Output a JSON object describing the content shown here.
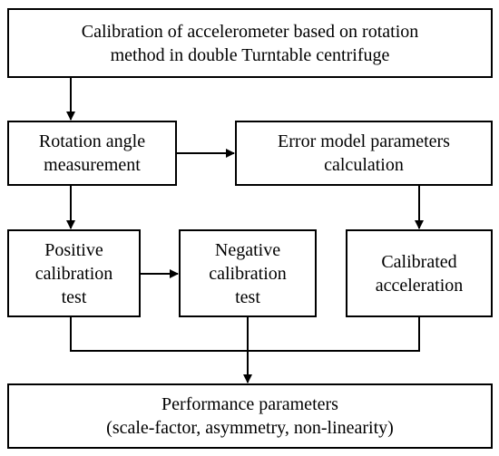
{
  "nodes": {
    "calibration_method": {
      "lines": [
        "Calibration of accelerometer based on rotation",
        "method in double Turntable centrifuge"
      ]
    },
    "rotation_angle": {
      "lines": [
        "Rotation angle",
        "measurement"
      ]
    },
    "error_model": {
      "lines": [
        "Error model parameters",
        "calculation"
      ]
    },
    "positive_test": {
      "lines": [
        "Positive",
        "calibration",
        "test"
      ]
    },
    "negative_test": {
      "lines": [
        "Negative",
        "calibration",
        "test"
      ]
    },
    "calibrated_accel": {
      "lines": [
        "Calibrated",
        "acceleration"
      ]
    },
    "performance": {
      "lines": [
        "Performance parameters",
        "(scale-factor, asymmetry, non-linearity)"
      ]
    }
  },
  "edges": [
    {
      "from": "calibration_method",
      "to": "rotation_angle"
    },
    {
      "from": "rotation_angle",
      "to": "error_model"
    },
    {
      "from": "rotation_angle",
      "to": "positive_test"
    },
    {
      "from": "error_model",
      "to": "calibrated_accel"
    },
    {
      "from": "positive_test",
      "to": "negative_test"
    },
    {
      "from": "positive_test",
      "to": "performance"
    },
    {
      "from": "negative_test",
      "to": "performance"
    },
    {
      "from": "calibrated_accel",
      "to": "performance"
    }
  ]
}
